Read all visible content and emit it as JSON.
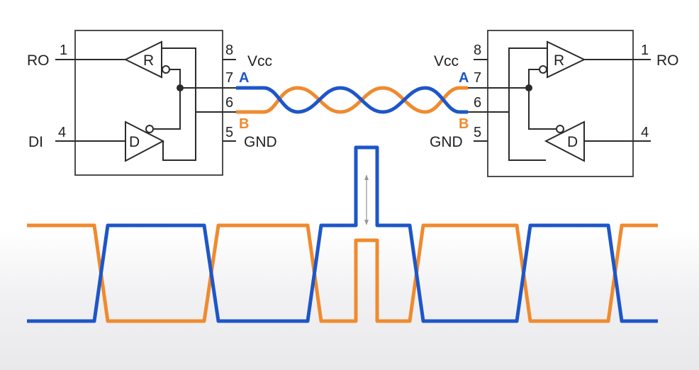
{
  "colors": {
    "line_a": "#1d56c8",
    "line_b": "#f08a2e",
    "wire": "#2b2b2b",
    "text": "#222222"
  },
  "left_chip": {
    "ro_label": "RO",
    "di_label": "DI",
    "receiver_label": "R",
    "driver_label": "D",
    "gnd_label": "GND",
    "vcc_label": "Vcc",
    "a_label": "A",
    "b_label": "B",
    "pins": {
      "ro": "1",
      "di": "4",
      "vcc": "8",
      "a": "7",
      "b": "6",
      "gnd": "5"
    }
  },
  "right_chip": {
    "ro_label": "RO",
    "receiver_label": "R",
    "driver_label": "D",
    "gnd_label": "GND",
    "vcc_label": "Vcc",
    "a_label": "A",
    "b_label": "B",
    "pins": {
      "ro": "1",
      "di": "4",
      "vcc": "8",
      "a": "7",
      "b": "6",
      "gnd": "5"
    }
  }
}
